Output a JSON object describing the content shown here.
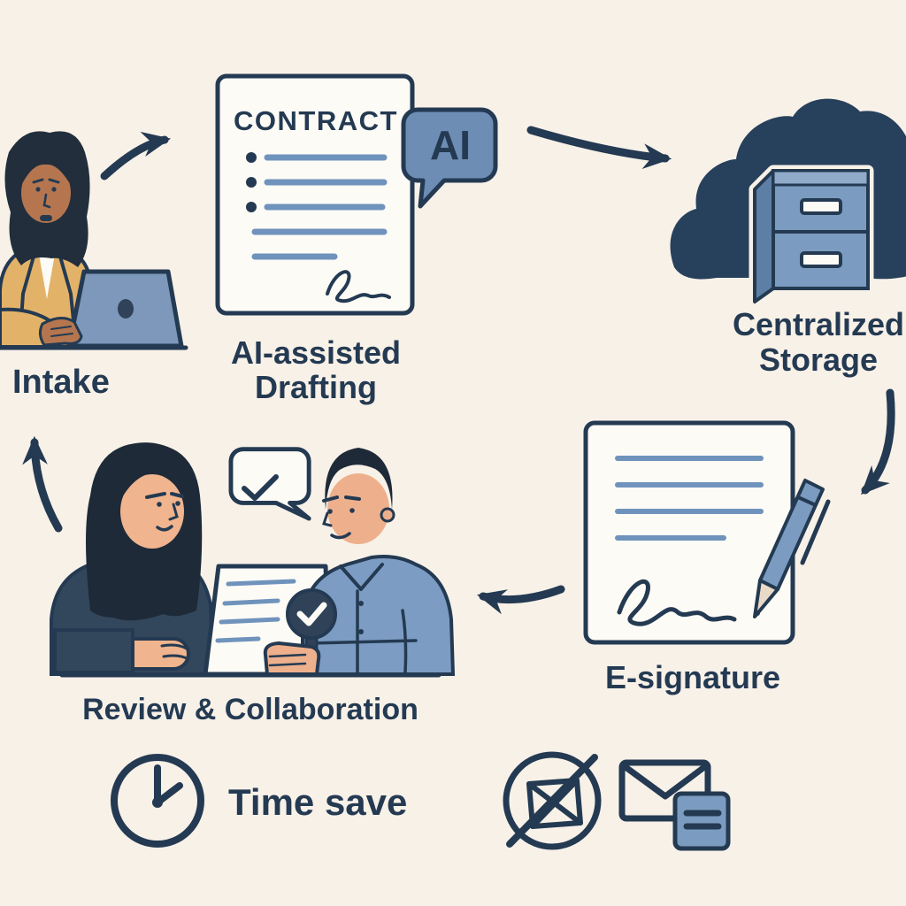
{
  "palette": {
    "background": "#f8f1e8",
    "ink_navy": "#243a52",
    "cloud_navy": "#27405c",
    "steel_blue": "#6d8db4",
    "cabinet_blue": "#7b9cc0",
    "doc_line_blue": "#6f93bc",
    "paper_white": "#fdfbf6",
    "jacket_yellow": "#e3b269",
    "shirt_blue": "#7d9cc3",
    "tee_navy": "#2f4258"
  },
  "labels": {
    "intake": "Intake",
    "drafting_line1": "AI-assisted",
    "drafting_line2": "Drafting",
    "contract_title": "CONTRACT",
    "ai_badge": "AI",
    "storage_line1": "Centralized",
    "storage_line2": "Storage",
    "esignature": "E-signature",
    "review": "Review & Collaboration",
    "time_save": "Time save"
  },
  "flow_sequence": [
    "Intake",
    "AI-assisted Drafting",
    "Centralized Storage",
    "E-signature",
    "Review & Collaboration",
    "Intake"
  ],
  "icons": {
    "intake": "person-at-laptop-icon",
    "drafting": "contract-document-icon",
    "drafting_badge": "ai-speech-bubble-icon",
    "storage": "cloud-file-cabinet-icon",
    "esignature": "signed-document-pen-icon",
    "review": "two-people-document-icon",
    "review_badge": "check-speech-bubble-icon",
    "benefit_time": "clock-icon",
    "benefit_no_mail": "no-email-icon",
    "benefit_mail_note": "email-with-note-icon"
  }
}
